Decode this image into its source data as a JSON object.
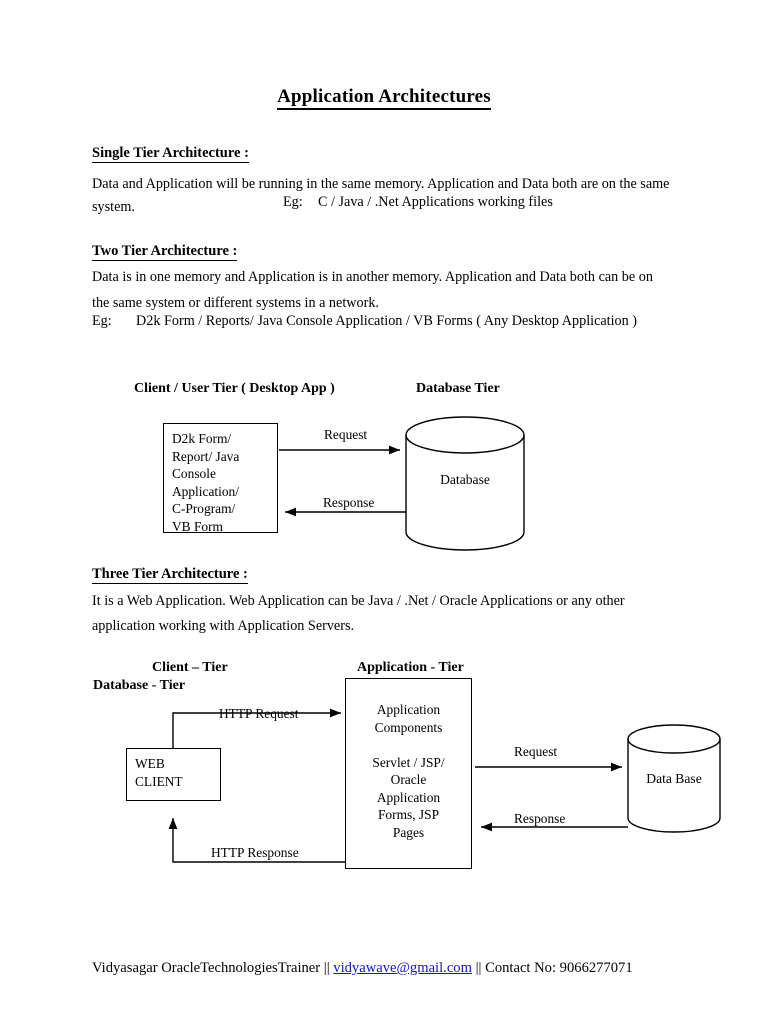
{
  "document": {
    "title": "Application Architectures",
    "sections": [
      {
        "heading": "Single Tier Architecture :",
        "body": "Data and Application will be running in the same memory. Application and Data both are on the same system.",
        "body_line1": "Data and Application will be running in the same memory. Application and Data both are on the same",
        "body_line2": "system.",
        "eg_label": "Eg:",
        "eg_text": "C / Java / .Net Applications working files"
      },
      {
        "heading": "Two Tier Architecture : ",
        "body_line1": "Data is in one memory and Application is in another memory. Application and Data both can be on",
        "body_line2": "the same system or different systems in a network.",
        "eg_label": "Eg:",
        "eg_text": "D2k Form / Reports/ Java Console Application / VB Forms ( Any Desktop Application )"
      },
      {
        "heading": "Three Tier Architecture :",
        "body_line1": "It is a Web Application. Web Application can be Java / .Net  / Oracle Applications or any other",
        "body_line2": "application working with Application Servers."
      }
    ]
  },
  "two_tier_diagram": {
    "client_tier_label": "Client / User Tier ( Desktop App )",
    "database_tier_label": "Database Tier",
    "client_box_text": "D2k Form/\nReport/ Java\nConsole\nApplication/\nC-Program/\nVB Form",
    "database_label": "Database",
    "arrow_request": "Request",
    "arrow_response": "Response"
  },
  "three_tier_diagram": {
    "client_tier_label": "Client – Tier",
    "database_tier_label": "Database - Tier",
    "application_tier_label": "Application - Tier",
    "web_client_text": "WEB\nCLIENT",
    "application_box_text": "Application\nComponents\n\nServlet / JSP/\nOracle\nApplication\nForms, JSP\nPages",
    "database_label": "Data Base",
    "arrow_http_request": "HTTP Request",
    "arrow_http_response": "HTTP Response",
    "arrow_request": "Request",
    "arrow_response": "Response"
  },
  "footer": {
    "prefix": "Vidyasagar OracleTechnologiesTrainer || ",
    "email": "vidyawave@gmail.com",
    "suffix": " || Contact No: 9066277071"
  },
  "colors": {
    "link": "#1414c8",
    "ink": "#000000",
    "paper": "#ffffff"
  }
}
